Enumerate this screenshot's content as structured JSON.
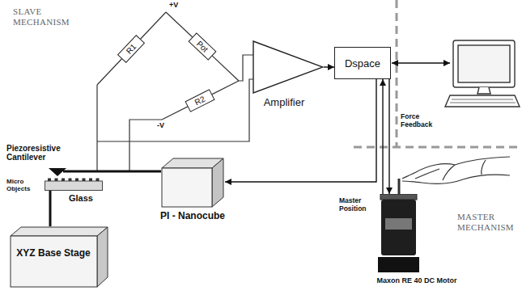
{
  "diagram": {
    "nodes": [
      {
        "text": [
          "R1"
        ]
      },
      {
        "text": [
          "Pot"
        ]
      },
      {
        "text": [
          "R2"
        ]
      },
      {
        "text": [
          "Amplifier"
        ]
      },
      {
        "text": [
          "Dspace"
        ]
      },
      {
        "text": [
          "PI - Nanocube"
        ]
      },
      {
        "text": [
          "Glass"
        ]
      },
      {
        "text": [
          "XYZ Base Stage"
        ]
      },
      {
        "text": [
          "Maxon RE 40 DC Motor"
        ]
      }
    ],
    "edges": [
      {
        "from": 3,
        "to": 4,
        "arrow": "to"
      },
      {
        "from": 4,
        "to": 5,
        "arrow": "to"
      },
      {
        "from": 8,
        "to": 4,
        "arrow": "to",
        "label": "Master Position"
      },
      {
        "from": 4,
        "to": 8,
        "arrow": "to",
        "label": "Force Feedback"
      },
      {
        "from": 7,
        "to": 6,
        "arrow": "none"
      }
    ],
    "labels": [
      "SLAVE MECHANISM",
      "+V",
      "-V",
      "Piezoresistive Cantilever",
      "Micro Objects",
      "MASTER MECHANISM"
    ]
  }
}
